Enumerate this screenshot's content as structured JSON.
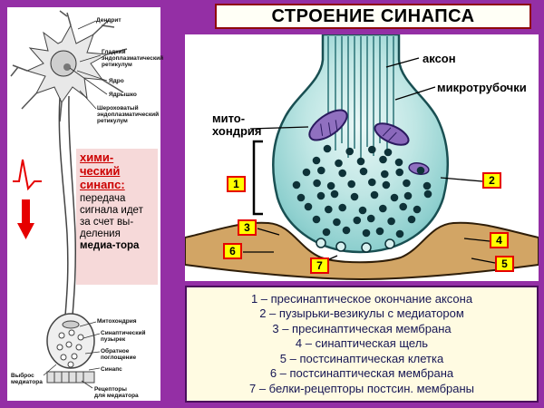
{
  "slide": {
    "title": "СТРОЕНИЕ СИНАПСА"
  },
  "neuron_panel": {
    "labels": {
      "dendrite": "Дендрит",
      "smooth_er": "Гладкий\nэндоплазматический\nретикулум",
      "nucleus": "Ядро",
      "nucleolus": "Ядрышко",
      "rough_er": "Шероховатый\nэндоплазматический\nретикулум",
      "mitochondria": "Митохондрия",
      "synaptic_vesicle": "Синаптический\nпузырек",
      "reuptake": "Обратное\nпоглощение",
      "synapse": "Синапс",
      "mediator_release": "Выброс\nмедиатора",
      "mediator_receptors": "Рецепторы\nдля медиатора"
    },
    "note": {
      "heading": "хими-\nческий\nсинапс:",
      "body": "передача сигнала идет за счет вы-деления ",
      "emphasis": "медиа-тора"
    }
  },
  "synapse_panel": {
    "labels": {
      "axon": "аксон",
      "microtubules": "микротрубочки",
      "mitochondria": "мито-\nхондрия"
    },
    "markers": [
      "1",
      "2",
      "3",
      "4",
      "5",
      "6",
      "7"
    ]
  },
  "legend": {
    "items": [
      "1 – пресинаптическое окончание аксона",
      "2 – пузырьки-везикулы с медиатором",
      "3 – пресинаптическая мембрана",
      "4 – синаптическая щель",
      "5 – постсинаптическая клетка",
      "6 – постсинаптическая мембрана",
      "7 – белки-рецепторы постсин. мембраны"
    ]
  },
  "colors": {
    "background": "#942fa5",
    "title_border": "#8f0a0a",
    "marker_bg": "#ffff00",
    "marker_border": "#e60000",
    "legend_bg": "#fffbe2",
    "legend_text": "#161654",
    "bulb_fill": "#8fd0cf",
    "mitochondria_fill": "#9070c0",
    "postsynaptic_fill": "#d2a565",
    "note_heading": "#cc0000"
  }
}
